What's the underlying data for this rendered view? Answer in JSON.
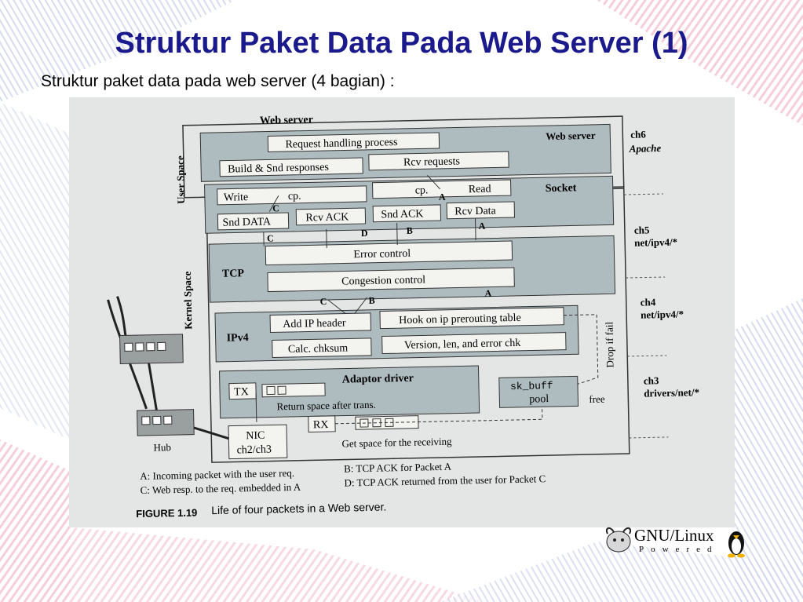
{
  "slide": {
    "title": "Struktur Paket Data Pada Web Server (1)",
    "subtitle": "Struktur paket data pada web server (4 bagian) :"
  },
  "figure": {
    "web_server_label": "Web server",
    "user_space": "User Space",
    "kernel_space": "Kernel Space",
    "request_handling": "Request handling process",
    "build_snd": "Build & Snd responses",
    "rcv_requests": "Rcv requests",
    "web_server_layer": "Web server",
    "write": "Write",
    "cp1": "cp.",
    "cp2": "cp.",
    "read": "Read",
    "socket": "Socket",
    "snd_data": "Snd DATA",
    "rcv_ack": "Rcv ACK",
    "snd_ack": "Snd ACK",
    "rcv_data": "Rcv Data",
    "tcp": "TCP",
    "error_control": "Error control",
    "congestion_control": "Congestion control",
    "ipv4": "IPv4",
    "add_ip_header": "Add IP header",
    "hook": "Hook on ip prerouting table",
    "calc_chksum": "Calc. chksum",
    "version": "Version, len, and error chk",
    "adaptor_driver": "Adaptor driver",
    "tx": "TX",
    "return_space": "Return space after trans.",
    "rx": "RX",
    "nic": "NIC",
    "nic_ch": "ch2/ch3",
    "get_space": "Get space for the receiving",
    "skbuff": "sk_buff",
    "pool": "pool",
    "free": "free",
    "drop": "Drop if fail",
    "hub": "Hub",
    "ch6": "ch6",
    "apache": "Apache",
    "ch5": "ch5",
    "ch5_path": "net/ipv4/*",
    "ch4": "ch4",
    "ch4_path": "net/ipv4/*",
    "ch3": "ch3",
    "ch3_path": "drivers/net/*",
    "letter_a": "A",
    "letter_b": "B",
    "letter_c": "C",
    "letter_d": "D",
    "legend_a": "A: Incoming packet with the user req.",
    "legend_b": "B: TCP ACK for Packet A",
    "legend_c": "C: Web resp. to the req. embedded in A",
    "legend_d": "D: TCP ACK returned from the user for Packet C",
    "caption_label": "FIGURE 1.19",
    "caption_text": "Life of four packets in a Web server."
  },
  "logo": {
    "main": "GNU/Linux",
    "sub": "Powered"
  },
  "colors": {
    "title": "#1a1a8c",
    "photo_bg": "#e3e6e4",
    "layer_fill": "#aebcc0",
    "box_fill": "#f3f3f0",
    "stripe_pink": "#f3c3d3",
    "stripe_blue": "#c9cfe8"
  }
}
